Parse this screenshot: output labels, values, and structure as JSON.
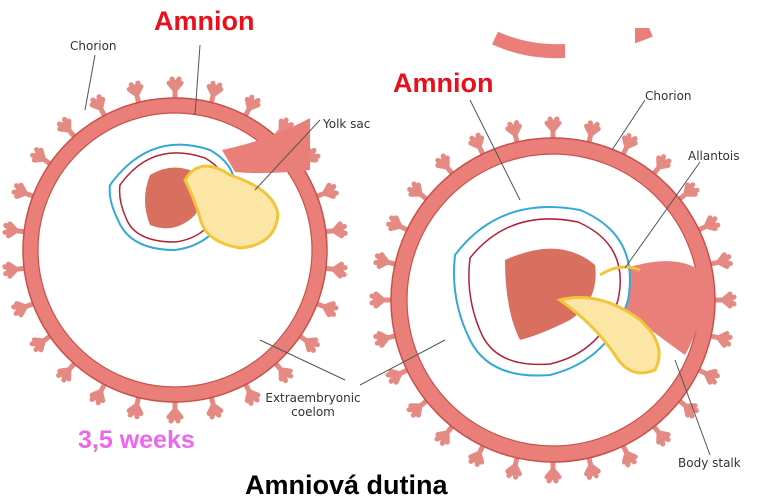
{
  "labels": {
    "amnion_1": "Amnion",
    "amnion_2": "Amnion",
    "chorion_left": "Chorion",
    "chorion_right": "Chorion",
    "yolk_sac": "Yolk sac",
    "allantois": "Allantois",
    "extraembryonic_line1": "Extraembryonic",
    "extraembryonic_line2": "coelom",
    "body_stalk": "Body stalk",
    "weeks": "3,5 weeks",
    "caption": "Amniová dutina"
  },
  "colors": {
    "amnion_label": "#e8101a",
    "weeks_label": "#ee66ee",
    "chorion_fill": "#e97f78",
    "chorion_stroke": "#c8504a",
    "villi": "#e58a82",
    "amnion_line": "#b0203a",
    "blue_line": "#35a8d8",
    "yolk": "#f2c53a",
    "embryo": "#d9705f"
  }
}
